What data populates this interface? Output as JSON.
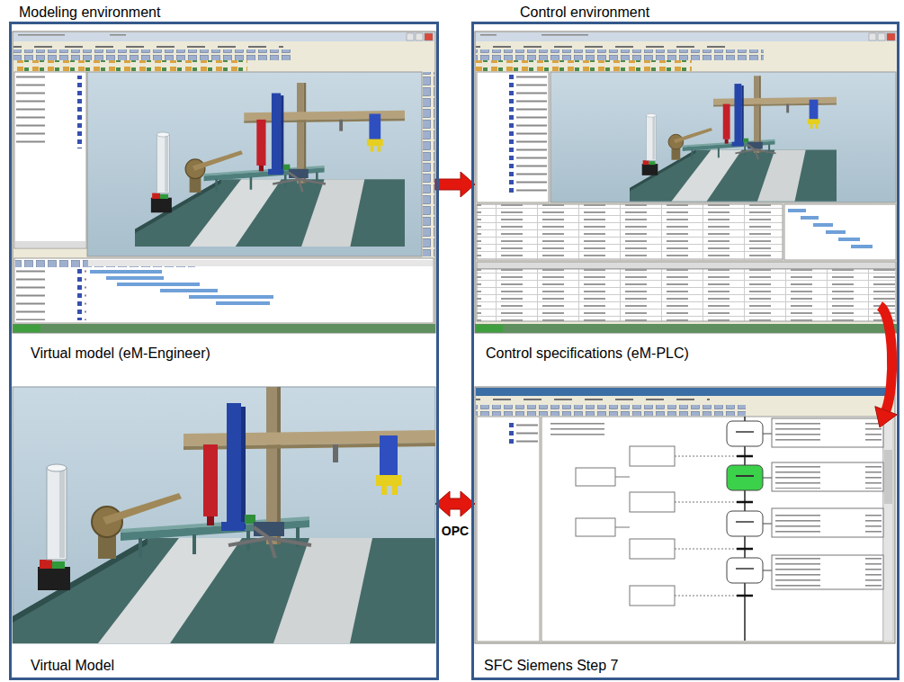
{
  "diagram": {
    "nodes": [
      {
        "text": [
          "Modeling environment"
        ]
      },
      {
        "text": [
          "Control environment"
        ]
      },
      {
        "text": [
          "Virtual model (eM-Engineer)"
        ],
        "in": 0
      },
      {
        "text": [
          "Virtual Model"
        ],
        "in": 0
      },
      {
        "text": [
          "Control specifications (eM-PLC)"
        ],
        "in": 1
      },
      {
        "text": [
          "SFC Siemens Step 7"
        ],
        "in": 1
      }
    ],
    "edges": [
      {
        "from": 2,
        "to": 4,
        "arrow": "to"
      },
      {
        "from": 4,
        "to": 5,
        "arrow": "to"
      },
      {
        "from": 3,
        "to": 5,
        "arrow": "both",
        "label": "OPC"
      }
    ]
  }
}
